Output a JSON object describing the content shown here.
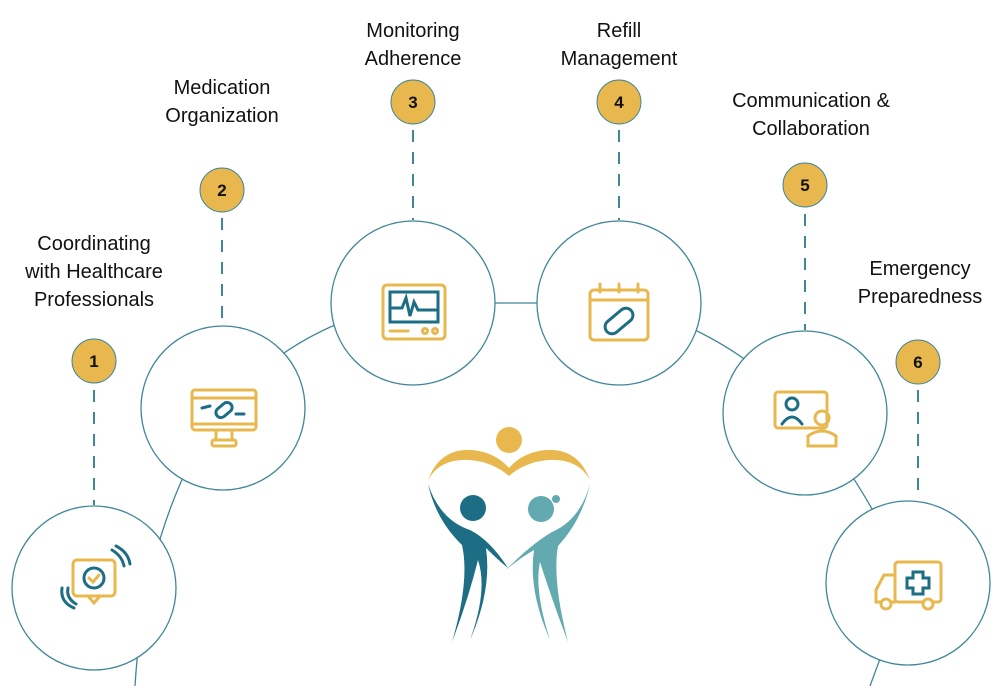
{
  "steps": [
    {
      "number": "1",
      "line1": "Coordinating",
      "line2": "with Healthcare",
      "line3": "Professionals",
      "icon": "medication-reminder-alert-icon"
    },
    {
      "number": "2",
      "line1": "Medication",
      "line2": "Organization",
      "icon": "monitor-pill-icon"
    },
    {
      "number": "3",
      "line1": "Monitoring",
      "line2": "Adherence",
      "icon": "heart-monitor-icon"
    },
    {
      "number": "4",
      "line1": "Refill",
      "line2": "Management",
      "icon": "calendar-pill-icon"
    },
    {
      "number": "5",
      "line1": "Communication &",
      "line2": "Collaboration",
      "icon": "video-call-doctor-icon"
    },
    {
      "number": "6",
      "line1": "Emergency",
      "line2": "Preparedness",
      "icon": "ambulance-icon"
    }
  ],
  "colors": {
    "teal": "#1d6e85",
    "gold": "#e8b84e",
    "light_teal": "#63aab0",
    "ring": "#3f8797"
  }
}
